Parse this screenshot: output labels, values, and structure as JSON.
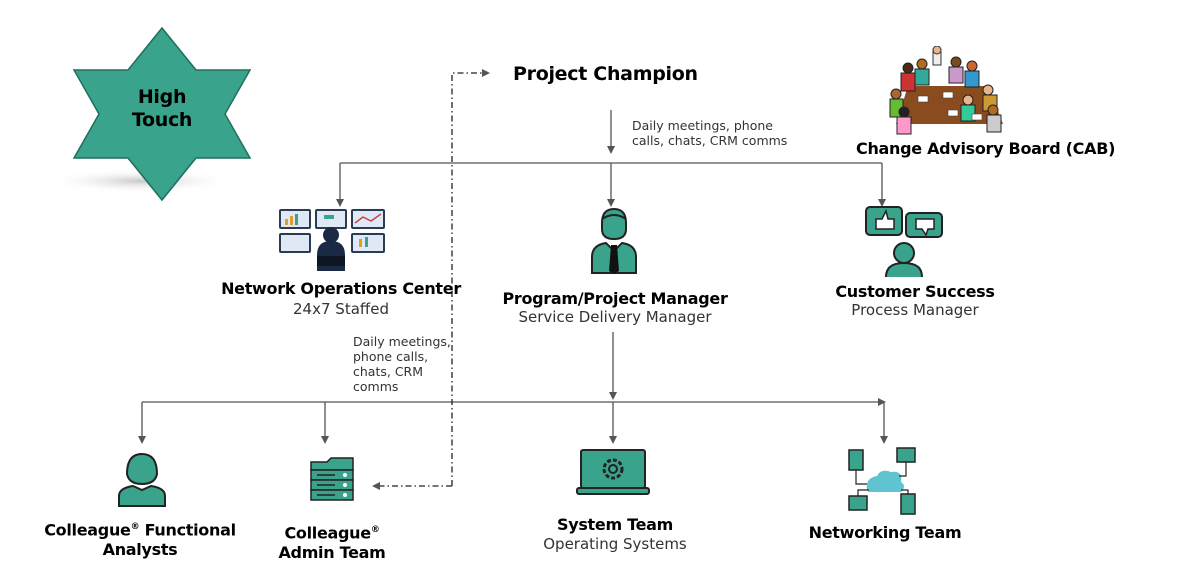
{
  "badge": {
    "line1": "High",
    "line2": "Touch"
  },
  "champion": {
    "title": "Project Champion"
  },
  "cab": {
    "title": "Change Advisory Board (CAB)"
  },
  "note_top": {
    "line1": "Daily meetings, phone",
    "line2": "calls, chats, CRM comms"
  },
  "note_mid": {
    "line1": "Daily meetings,",
    "line2": "phone calls,",
    "line3": "chats, CRM",
    "line4": "comms"
  },
  "noc": {
    "title": "Network Operations Center",
    "subtitle": "24x7 Staffed"
  },
  "pm": {
    "title": "Program/Project Manager",
    "subtitle": "Service Delivery Manager"
  },
  "cs": {
    "title": "Customer Success",
    "subtitle": "Process Manager"
  },
  "analysts": {
    "title_part1": "Colleague",
    "reg": "®",
    "title_part2": " Functional",
    "line2": "Analysts"
  },
  "admin": {
    "title_part1": "Colleague",
    "reg": "®",
    "line2": "Admin Team"
  },
  "system": {
    "title": "System Team",
    "subtitle": "Operating Systems"
  },
  "networking": {
    "title": "Networking Team"
  },
  "colors": {
    "teal": "#3aa38b",
    "teal_dark": "#1f6f5e",
    "line": "#555555"
  },
  "icons": [
    "star-badge",
    "meeting-illustration",
    "noc-monitors-icon",
    "manager-icon",
    "customer-feedback-icon",
    "analyst-icon",
    "server-rack-icon",
    "laptop-gear-icon",
    "network-cloud-icon"
  ]
}
